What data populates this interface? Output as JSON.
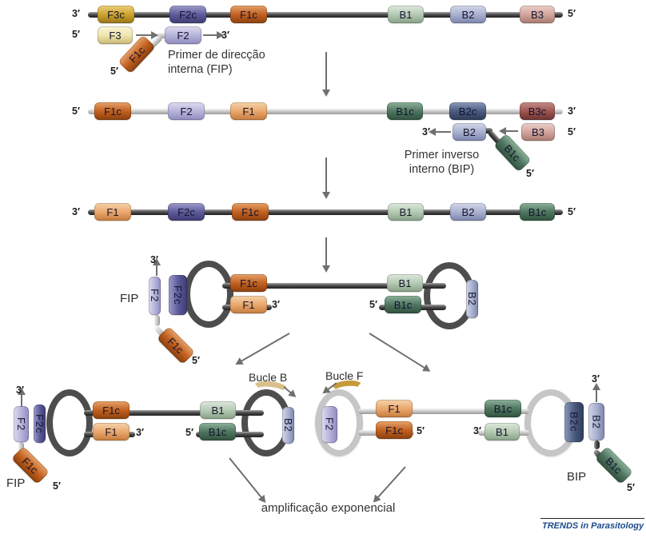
{
  "palette": {
    "f3c_gold": "#cda32e",
    "f3_yellow": "#efe5ae",
    "f2c_purple": "#5d5a9c",
    "f2_lavender": "#b6b3da",
    "f1c_orange": "#c2601f",
    "f1_peach": "#eaa76c",
    "b1_sage": "#b4c9b3",
    "b1c_green": "#4e7560",
    "b2_periwinkle": "#a9b0cf",
    "b2c_slate": "#4a5a80",
    "b3_rose": "#d2a49c",
    "b3c_maroon": "#9e544f",
    "strand_dark": "#4e4e4e",
    "strand_light": "#cdcdcd",
    "loop_b_tan": "#d9c089",
    "loop_f_gold": "#c79b3b",
    "arrow_gray": "#6f6f6f",
    "journal_blue": "#1b4a8a"
  },
  "s1": {
    "left3": "3′",
    "left5": "5′",
    "right5": "5′",
    "segs": [
      "F3c",
      "F2c",
      "F1c",
      "B1",
      "B2",
      "B3"
    ],
    "fip": {
      "f3": "F3",
      "f2": "F2",
      "f1c": "F1c",
      "tail5": "5′",
      "head3": "3′",
      "cap1": "Primer de direcção",
      "cap2": "interna (FIP)"
    }
  },
  "s2": {
    "left5": "5′",
    "right3": "3′",
    "segs": [
      "F1c",
      "F2",
      "F1",
      "B1c",
      "B2c",
      "B3c"
    ],
    "bip": {
      "head3": "3′",
      "b2": "B2",
      "b1c": "B1c",
      "tail5": "5′",
      "b3": "B3",
      "b3_5": "5′",
      "cap1": "Primer inverso",
      "cap2": "interno (BIP)"
    }
  },
  "s3": {
    "left3": "3′",
    "right5": "5′",
    "segs": [
      "F1",
      "F2c",
      "F1c",
      "B1",
      "B2",
      "B1c"
    ]
  },
  "s4": {
    "fip": "FIP",
    "top3": "3′",
    "f2": "F2",
    "f2c": "F2c",
    "tilt": "F1c",
    "tilt5": "5′",
    "f1c_top": "F1c",
    "f1_bot": "F1",
    "bot3": "3′",
    "left5": "5′",
    "b1": "B1",
    "b1c": "B1c",
    "b2": "B2"
  },
  "s5l": {
    "bucle": "Bucle B",
    "fip": "FIP",
    "top3": "3′",
    "f2": "F2",
    "f2c": "F2c",
    "tilt": "F1c",
    "tilt5": "5′",
    "f1c_top": "F1c",
    "f1_bot": "F1",
    "bot3": "3′",
    "left5": "5′",
    "b1": "B1",
    "b1c": "B1c",
    "b2": "B2"
  },
  "s5r": {
    "bucle": "Bucle F",
    "f2": "F2",
    "f1_top": "F1",
    "f1c_bot": "F1c",
    "right5": "5′",
    "left3": "3′",
    "b1c_top": "B1c",
    "b1_bot": "B1",
    "b2c": "B2c",
    "b2": "B2",
    "top3": "3′",
    "tilt": "B1c",
    "tilt5": "5′",
    "bip": "BIP"
  },
  "bottom": {
    "caption": "amplificação exponencial"
  },
  "footer": {
    "journal": "TRENDS in Parasitology"
  }
}
